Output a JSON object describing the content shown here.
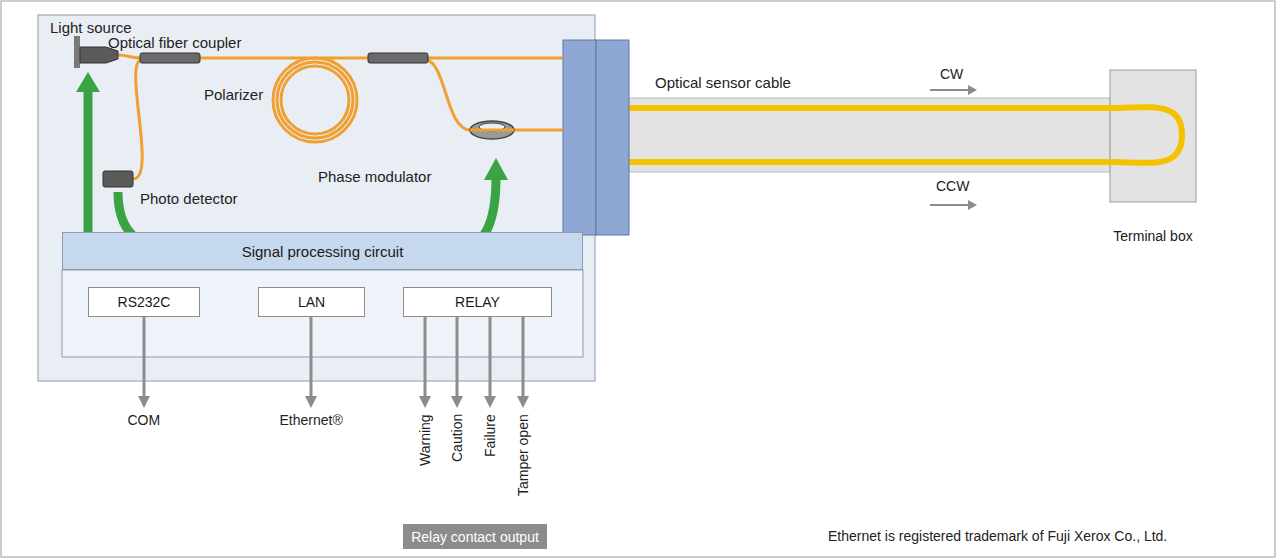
{
  "diagram": {
    "nodes": [
      {
        "text": [
          "Signal processing circuit"
        ]
      },
      {
        "text": [
          "RS232C"
        ]
      },
      {
        "text": [
          "LAN"
        ]
      },
      {
        "text": [
          "RELAY"
        ]
      },
      {
        "text": [
          "Terminal box"
        ]
      },
      {
        "text": [
          "Relay contact output"
        ]
      }
    ],
    "labels": [
      "Light source",
      "Optical fiber coupler",
      "Polarizer",
      "Phase modulator",
      "Photo detector",
      "Optical sensor cable",
      "CW",
      "CCW",
      "COM",
      "Ethernet®",
      "Warning",
      "Caution",
      "Failure",
      "Tamper open",
      "Ethernet is registered trademark of Fuji Xerox Co., Ltd."
    ]
  }
}
